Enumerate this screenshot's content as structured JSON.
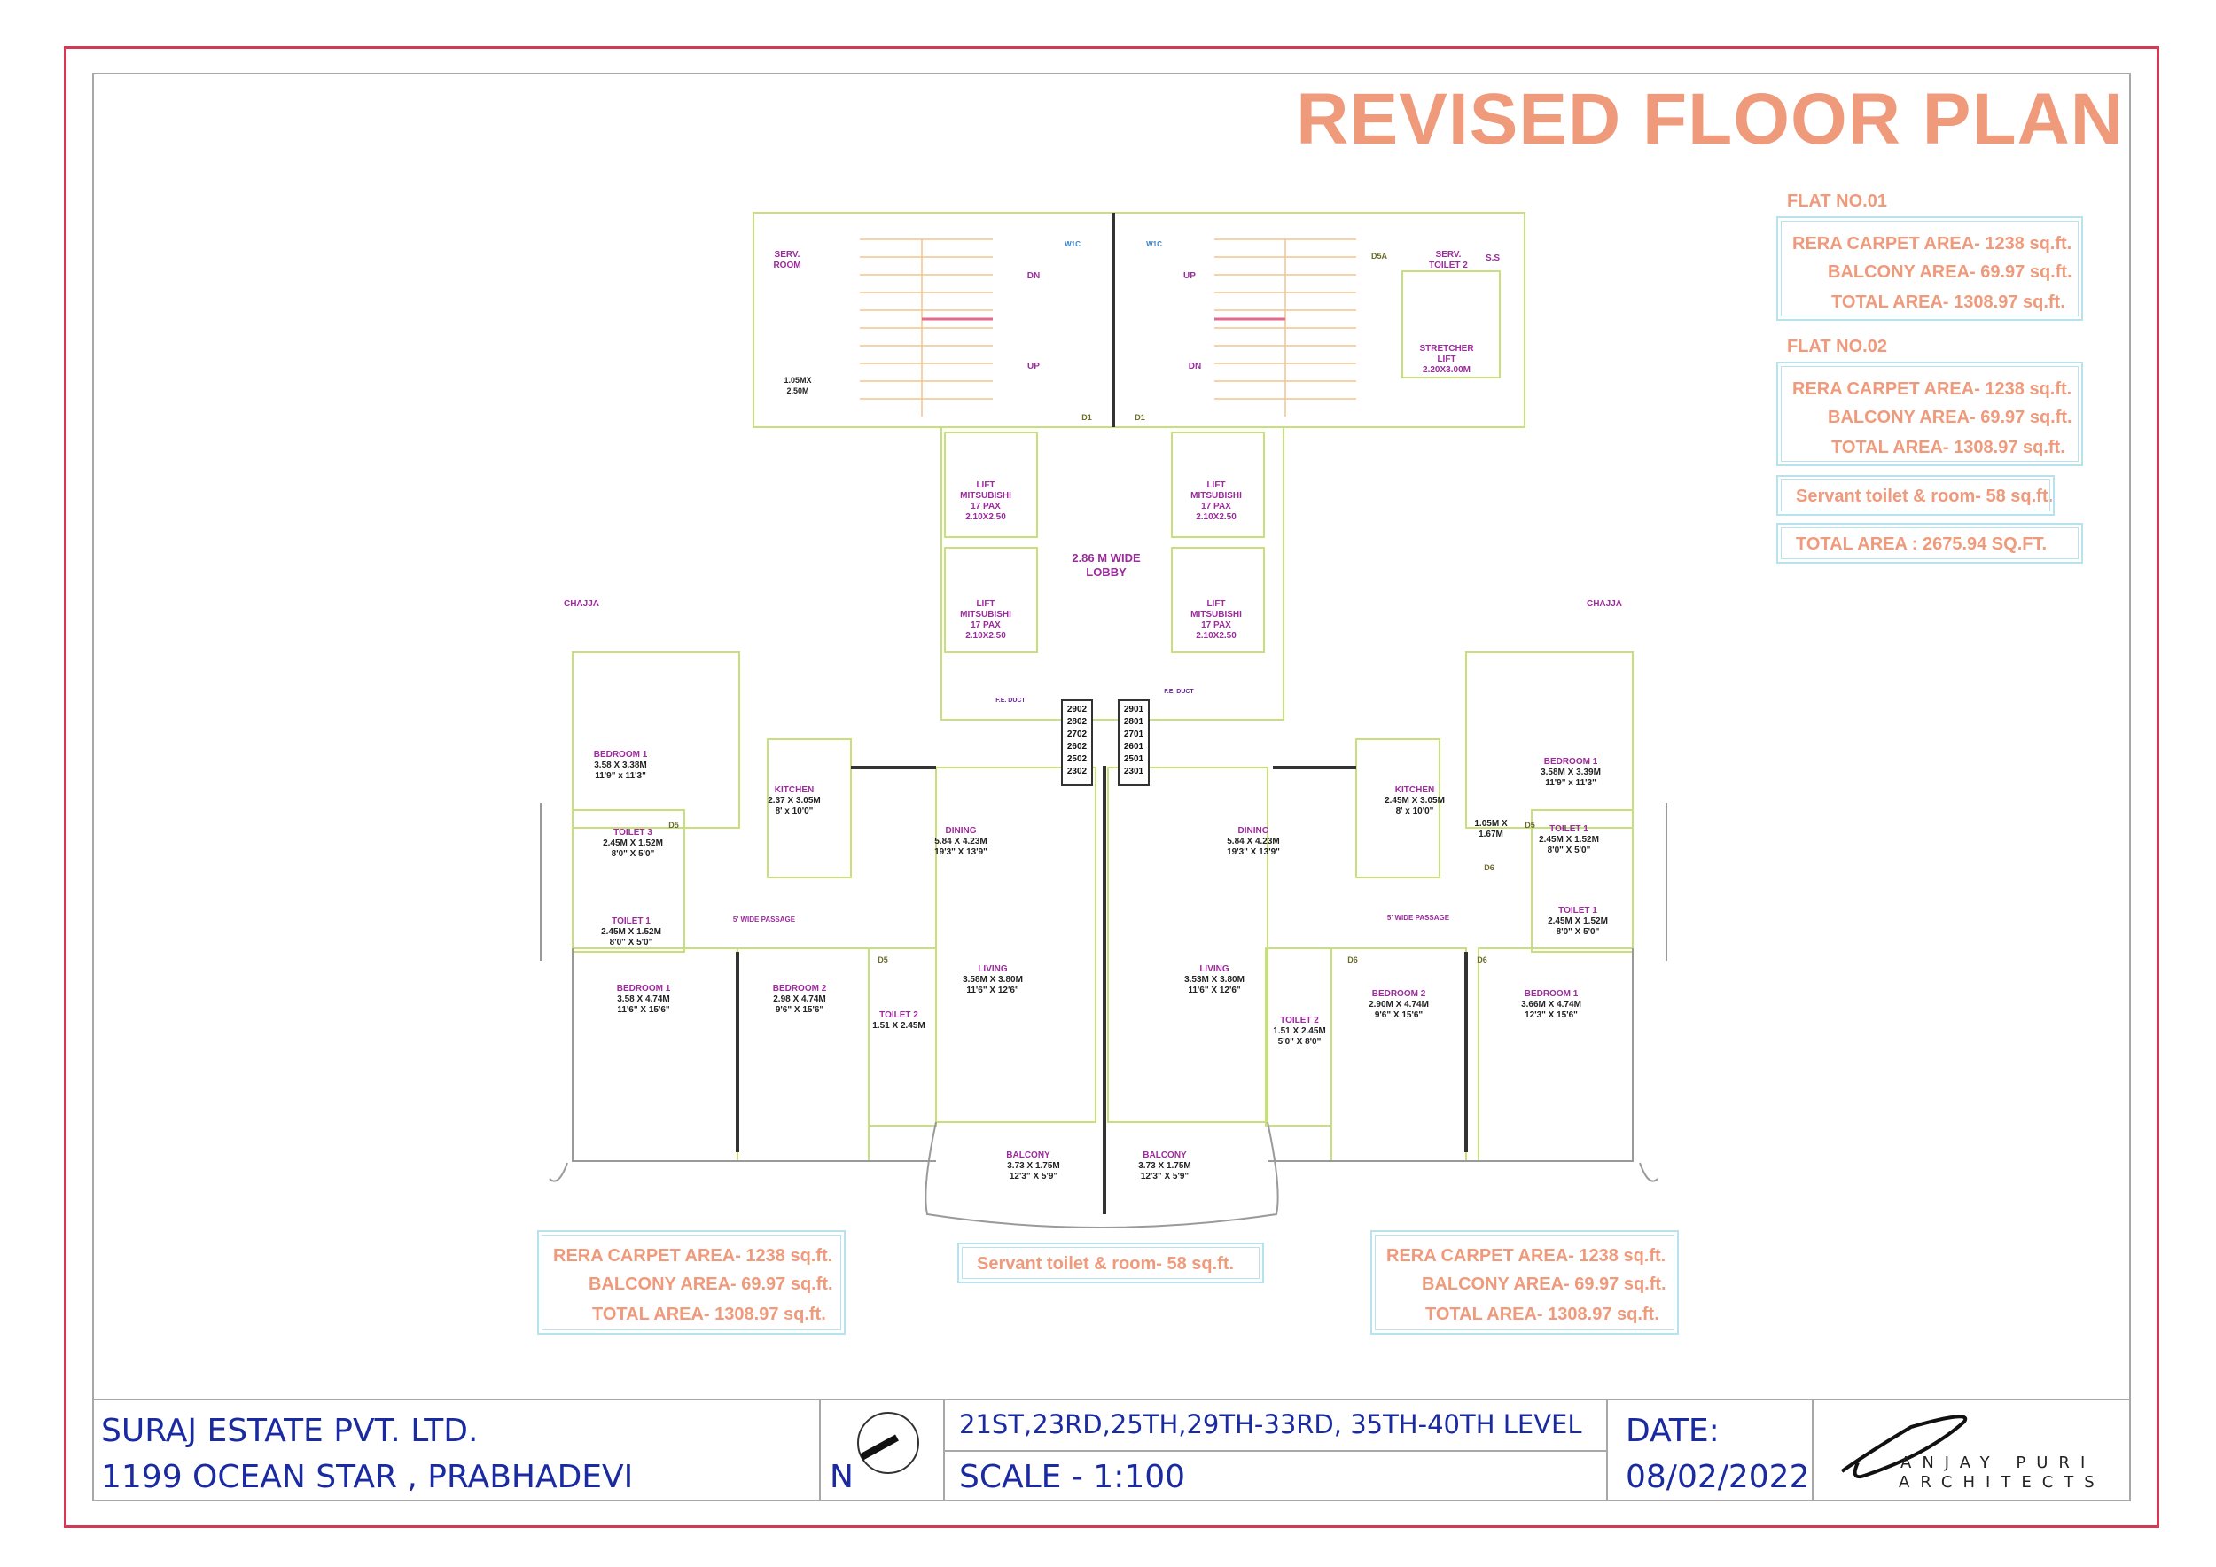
{
  "title": "REVISED FLOOR PLAN",
  "flat_01": {
    "heading": "FLAT NO.01",
    "rera": "RERA CARPET AREA- 1238 sq.ft.",
    "balcony": "BALCONY AREA- 69.97 sq.ft.",
    "total": "TOTAL  AREA- 1308.97 sq.ft."
  },
  "flat_02": {
    "heading": "FLAT NO.02",
    "rera": "RERA CARPET AREA- 1238 sq.ft.",
    "balcony": "BALCONY AREA- 69.97 sq.ft.",
    "total": "TOTAL  AREA- 1308.97 sq.ft."
  },
  "servant_right": "Servant toilet & room- 58 sq.ft.",
  "total_area": "TOTAL AREA : 2675.94 SQ.FT.",
  "bottom_left": {
    "rera": "RERA CARPET AREA- 1238 sq.ft.",
    "balcony": "BALCONY AREA- 69.97 sq.ft.",
    "total": "TOTAL  AREA- 1308.97 sq.ft."
  },
  "bottom_center": "Servant toilet & room- 58 sq.ft.",
  "bottom_right": {
    "rera": "RERA CARPET AREA- 1238 sq.ft.",
    "balcony": "BALCONY AREA- 69.97 sq.ft.",
    "total": "TOTAL  AREA- 1308.97 sq.ft."
  },
  "plan": {
    "serv_room": [
      "SERV.",
      "ROOM"
    ],
    "serv_toilet": [
      "SERV.",
      "TOILET 2"
    ],
    "ss": "S.S",
    "dn": "DN",
    "up": "UP",
    "d1": "D1",
    "d5": "D5",
    "d6": "D6",
    "d5a": "D5A",
    "w1c": "W1C",
    "small_toilet": [
      "1.05MX",
      "2.50M"
    ],
    "stretcher_lift": [
      "STRETCHER",
      "LIFT",
      "2.20X3.00M"
    ],
    "lift": [
      "LIFT",
      "MITSUBISHI",
      "17 PAX",
      "2.10X2.50"
    ],
    "lobby": [
      "2.86 M WIDE",
      "LOBBY"
    ],
    "chajja": "CHAJJA",
    "flat_numbers_left": [
      "2902",
      "2802",
      "2702",
      "2602",
      "2502",
      "2302"
    ],
    "flat_numbers_right": [
      "2901",
      "2801",
      "2701",
      "2601",
      "2501",
      "2301"
    ],
    "fe_duct": "F.E. DUCT",
    "left": {
      "bedroom1_top": [
        "BEDROOM 1",
        "3.58 X 3.38M",
        "11'9\" x 11'3\""
      ],
      "toilet3": [
        "TOILET 3",
        "2.45M X 1.52M",
        "8'0\" X 5'0\""
      ],
      "toilet1": [
        "TOILET 1",
        "2.45M X 1.52M",
        "8'0\" X 5'0\""
      ],
      "kitchen": [
        "KITCHEN",
        "2.37 X 3.05M",
        "8' x 10'0\""
      ],
      "dining": [
        "DINING",
        "5.84 X 4.23M",
        "19'3\" X 13'9\""
      ],
      "passage": "5' WIDE PASSAGE",
      "bedroom1_bottom": [
        "BEDROOM 1",
        "3.58 X 4.74M",
        "11'6\" X 15'6\""
      ],
      "bedroom2": [
        "BEDROOM 2",
        "2.98 X 4.74M",
        "9'6\" X 15'6\""
      ],
      "toilet2": [
        "TOILET 2",
        "1.51 X 2.45M"
      ],
      "living": [
        "LIVING",
        "3.58M X 3.80M",
        "11'6\" X 12'6\""
      ],
      "balcony": [
        "BALCONY",
        "3.73 X 1.75M",
        "12'3\" X 5'9\""
      ]
    },
    "right": {
      "bedroom1_top": [
        "BEDROOM 1",
        "3.58M X 3.39M",
        "11'9\" x 11'3\""
      ],
      "kitchen": [
        "KITCHEN",
        "2.45M X 3.05M",
        "8' x 10'0\""
      ],
      "store": [
        "1.05M X",
        "1.67M"
      ],
      "toilet1_a": [
        "TOILET 1",
        "2.45M X 1.52M",
        "8'0\" X 5'0\""
      ],
      "toilet1_b": [
        "TOILET 1",
        "2.45M X 1.52M",
        "8'0\" X 5'0\""
      ],
      "dining": [
        "DINING",
        "5.84 X 4.23M",
        "19'3\" X 13'9\""
      ],
      "passage": "5' WIDE PASSAGE",
      "living": [
        "LIVING",
        "3.53M X 3.80M",
        "11'6\" X 12'6\""
      ],
      "toilet2": [
        "TOILET 2",
        "1.51 X 2.45M",
        "5'0\" X 8'0\""
      ],
      "bedroom2": [
        "BEDROOM 2",
        "2.90M X 4.74M",
        "9'6\" X 15'6\""
      ],
      "bedroom1_bottom": [
        "BEDROOM 1",
        "3.66M X 4.74M",
        "12'3\" X 15'6\""
      ],
      "balcony": [
        "BALCONY",
        "3.73 X 1.75M",
        "12'3\" X 5'9\""
      ]
    }
  },
  "title_block": {
    "client": "SURAJ ESTATE PVT. LTD.",
    "project": "1199 OCEAN STAR , PRABHADEVI",
    "north": "N",
    "levels": "21ST,23RD,25TH,29TH-33RD, 35TH-40TH LEVEL",
    "scale": "SCALE - 1:100",
    "date_label": "DATE:",
    "date": "08/02/2022",
    "architect_line1": "ANJAY  PURI",
    "architect_line2": "ARCHITECTS"
  },
  "colors": {
    "border": "#d23a52",
    "salmon": "#f09a7c",
    "cyan_box": "#b9e3ec",
    "wall_green": "#c7e07a",
    "room_label": "#9c2b9c",
    "title_block_text": "#1a2aa0"
  }
}
